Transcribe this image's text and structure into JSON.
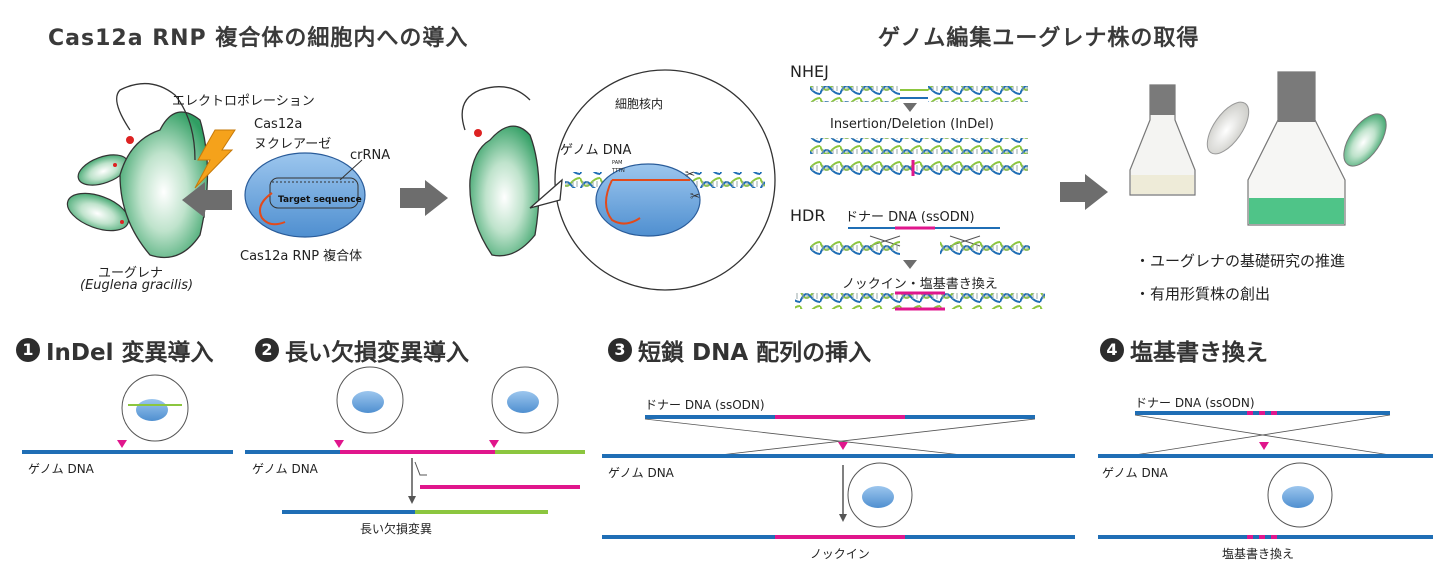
{
  "titles": {
    "left": "Cas12a RNP 複合体の細胞内への導入",
    "right": "ゲノム編集ユーグレナ株の取得"
  },
  "top_left": {
    "electroporation": "エレクトロポレーション",
    "cas12a": "Cas12a",
    "nuclease": "ヌクレアーゼ",
    "crrna": "crRNA",
    "target_sequence": "Target sequence",
    "rnp_complex": "Cas12a RNP 複合体",
    "euglena_jp": "ユーグレナ",
    "euglena_latin": "(Euglena gracilis)",
    "nucleus_inside": "細胞核内",
    "genome_dna": "ゲノム DNA",
    "pam": "PAM",
    "tttn": "TTTN"
  },
  "top_right": {
    "nhej": "NHEJ",
    "indel": "Insertion/Deletion (InDel)",
    "hdr": "HDR",
    "donor_dna": "ドナー DNA (ssODN)",
    "knockin_base": "ノックイン・塩基書き換え",
    "bullets": [
      "・ユーグレナの基礎研究の推進",
      "・有用形質株の創出"
    ]
  },
  "sections": [
    {
      "num": "1",
      "title": "InDel 変異導入"
    },
    {
      "num": "2",
      "title": "長い欠損変異導入"
    },
    {
      "num": "3",
      "title": "短鎖 DNA 配列の挿入"
    },
    {
      "num": "4",
      "title": "塩基書き換え"
    }
  ],
  "bottom": {
    "genome_dna": "ゲノム DNA",
    "donor_dna": "ドナー DNA (ssODN)",
    "long_deletion": "長い欠損変異",
    "knockin": "ノックイン",
    "base_rewrite": "塩基書き換え"
  },
  "colors": {
    "dna_blue": "#1f6eb5",
    "magenta": "#e0168c",
    "green": "#8cc63f",
    "cell_green": "#3aa86b",
    "nucleus_blue": "#6ea7dc",
    "arrow_grey": "#6d6d6d",
    "bolt_orange": "#f5a21b"
  }
}
